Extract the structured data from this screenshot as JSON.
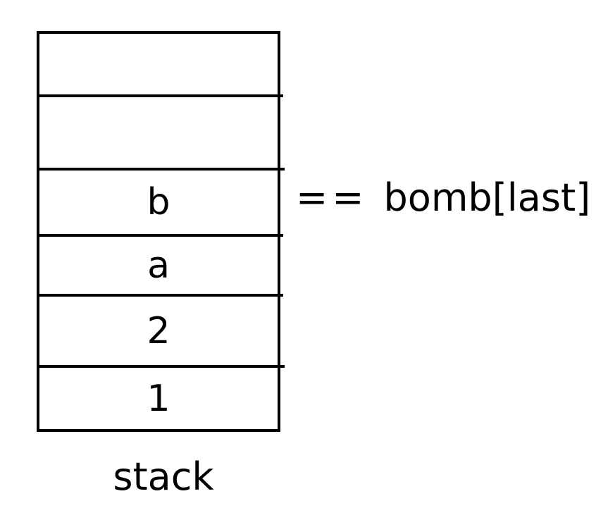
{
  "stack": {
    "label": "stack",
    "cells": [
      "",
      "",
      "b",
      "a",
      "2",
      "1"
    ]
  },
  "compare": {
    "operator": "==",
    "target": "bomb[last]"
  }
}
